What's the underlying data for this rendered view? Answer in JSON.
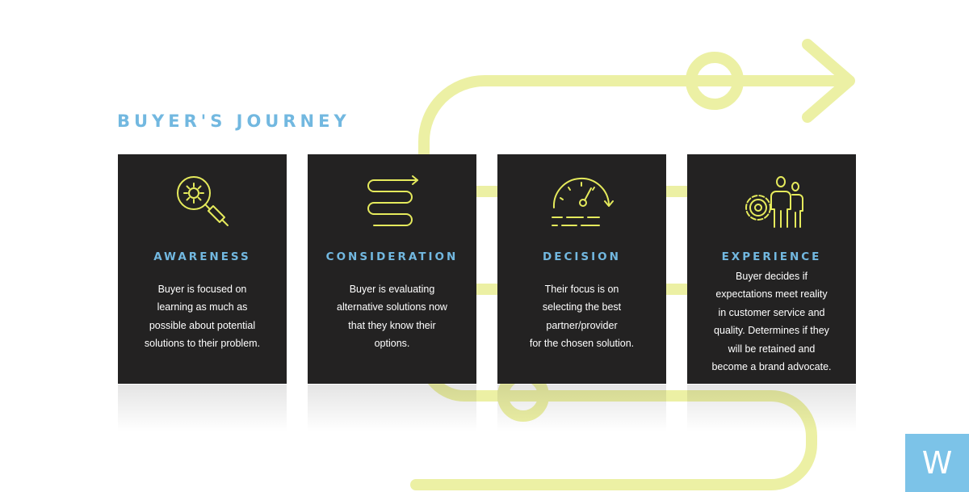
{
  "title": "BUYER'S JOURNEY",
  "stages": [
    {
      "icon": "magnifier-gear-icon",
      "heading": "AWARENESS",
      "description": "Buyer is focused on\nlearning as much as\npossible about potential\nsolutions to their problem."
    },
    {
      "icon": "winding-path-icon",
      "heading": "CONSIDERATION",
      "description": "Buyer is evaluating\nalternative solutions now\nthat they know their\noptions."
    },
    {
      "icon": "speedometer-icon",
      "heading": "DECISION",
      "description": "Their focus is on\nselecting the best\npartner/provider\nfor the chosen solution."
    },
    {
      "icon": "gear-people-icon",
      "heading": "EXPERIENCE",
      "description": "Buyer decides if\nexpectations meet reality\nin customer service and\nquality. Determines if they\nwill be retained and\nbecome a brand advocate."
    }
  ],
  "logo": {
    "letter": "W"
  },
  "colors": {
    "path": "#ecf0a4",
    "icon_stroke": "#e5ea5c",
    "card_bg": "#232222",
    "heading": "#72b8e0",
    "logo_bg": "#7cc3e8"
  }
}
